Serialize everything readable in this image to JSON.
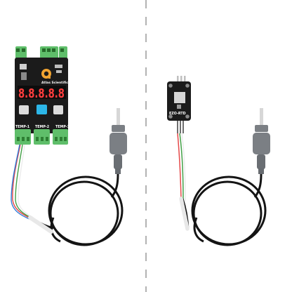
{
  "scene": {
    "brand_logo_text": "Atlas Scientific",
    "left_panel": {
      "board_labels": {
        "temp1": "TEMP-1",
        "temp2": "TEMP-2",
        "temp3": "TEMP-3"
      },
      "led_digits": "8.8.8.8.8"
    },
    "right_panel": {
      "board_text": "EZO-RTD"
    },
    "colors": {
      "pcb_black": "#1b1b1b",
      "terminal_green": "#5fbe6a",
      "led_red": "#ff3d3d",
      "button_blue": "#2cb6e8",
      "button_gray": "#dcdcdc",
      "cable_black": "#141414",
      "probe_steel": "#d7d7d7",
      "fitting_gray": "#7b7f84",
      "divider_gray": "#b5b5b5"
    },
    "icons": [
      "atlas-logo-icon",
      "temperature-probe-icon"
    ]
  }
}
